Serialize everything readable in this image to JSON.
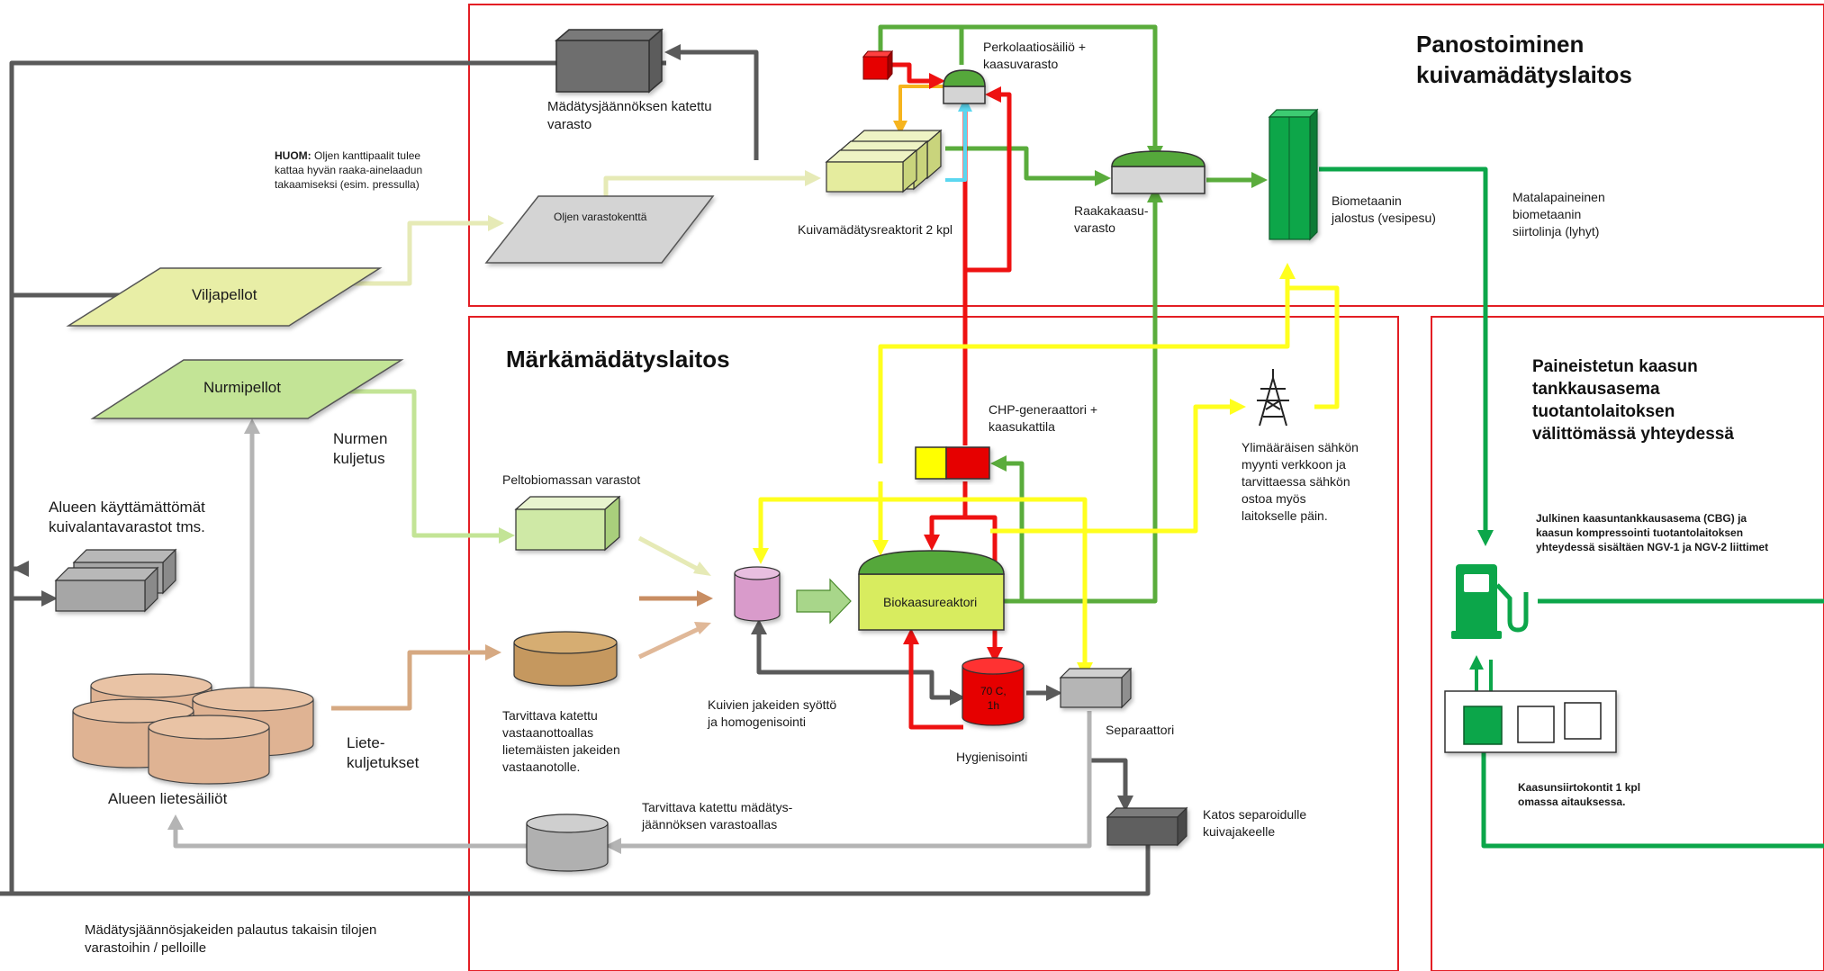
{
  "sections": {
    "dry": "Panostoiminen\nkuivamädätyslaitos",
    "wet": "Märkämädätyslaitos",
    "station": "Paineistetun kaasun\ntankkausasema\ntuotantolaitoksen\nvälittömässä yhteydessä"
  },
  "labels": {
    "digestate_storage": "Mädätysjäännöksen katettu\nvarasto",
    "percolation": "Perkolaatiosäiliö +\nkaasuvarasto",
    "huom_bold": "HUOM:",
    "huom_text": " Oljen kanttipaalit tulee\nkattaa hyvän raaka-ainelaadun\ntakaamiseksi (esim. pressulla)",
    "straw_field": "Oljen varastokenttä",
    "dry_reactors": "Kuivamädätysreaktorit 2 kpl",
    "raw_gas": "Raakakaasu-\nvarasto",
    "upgrading": "Biometaanin\njalostus (vesipesu)",
    "low_pressure": "Matalapaineinen\nbiometaanin\nsiirtolinja (lyhyt)",
    "grain_fields": "Viljapellot",
    "grass_fields": "Nurmipellot",
    "grass_transport": "Nurmen\nkuljetus",
    "unused_storage": "Alueen käyttämättömät\nkuivalantavarastot tms.",
    "field_biomass": "Peltobiomassan varastot",
    "chp": "CHP-generaattori +\nkaasukattila",
    "electricity": "Ylimääräisen sähkön\nmyynti verkkoon ja\ntarvittaessa sähkön\nostoa myös\nlaitokselle päin.",
    "biogas_reactor": "Biokaasureaktori",
    "hygienization_temp": "70 C,\n1h",
    "hygienization": "Hygienisointi",
    "separator": "Separaattori",
    "reception_pool": "Tarvittava katettu\nvastaanottoallas\nlietemäisten jakeiden\nvastaanotolle.",
    "dry_feed": "Kuivien jakeiden syöttö\nja homogenisointi",
    "slurry_transport": "Liete-\nkuljetukset",
    "slurry_tanks": "Alueen lietesäiliöt",
    "digestate_pool": "Tarvittava katettu mädätys-\njäännöksen varastoallas",
    "separator_cover": "Katos separoidulle\nkuivajakeelle",
    "return": "Mädätysjäännösjakeiden palautus takaisin tilojen\nvarastoihin / pelloille",
    "cbg": "Julkinen kaasuntankkausasema (CBG) ja\nkaasun kompressointi tuotantolaitoksen\nyhteydessä sisältäen NGV-1 ja NGV-2 liittimet",
    "containers": "Kaasunsiirtokontit 1 kpl\nomassa aitauksessa."
  },
  "icons": [
    "transmission-tower-icon",
    "fuel-pump-icon"
  ],
  "colors": {
    "frame_red": "#e31e24",
    "dark_gray": "#5a5a5a",
    "light_gray": "#b4b4b4",
    "green_pipe": "#5aac3c",
    "bright_green": "#0ca64a",
    "yellow_pipe": "#ffff1e",
    "red_pipe": "#ee1111",
    "orange_pipe": "#f6b41e",
    "cyan_pipe": "#5bd7f0",
    "light_green_pipe": "#c3e496",
    "straw_pipe": "#e6eab6",
    "tan_pipe": "#d6a982",
    "brown_pipe": "#c88d62"
  }
}
